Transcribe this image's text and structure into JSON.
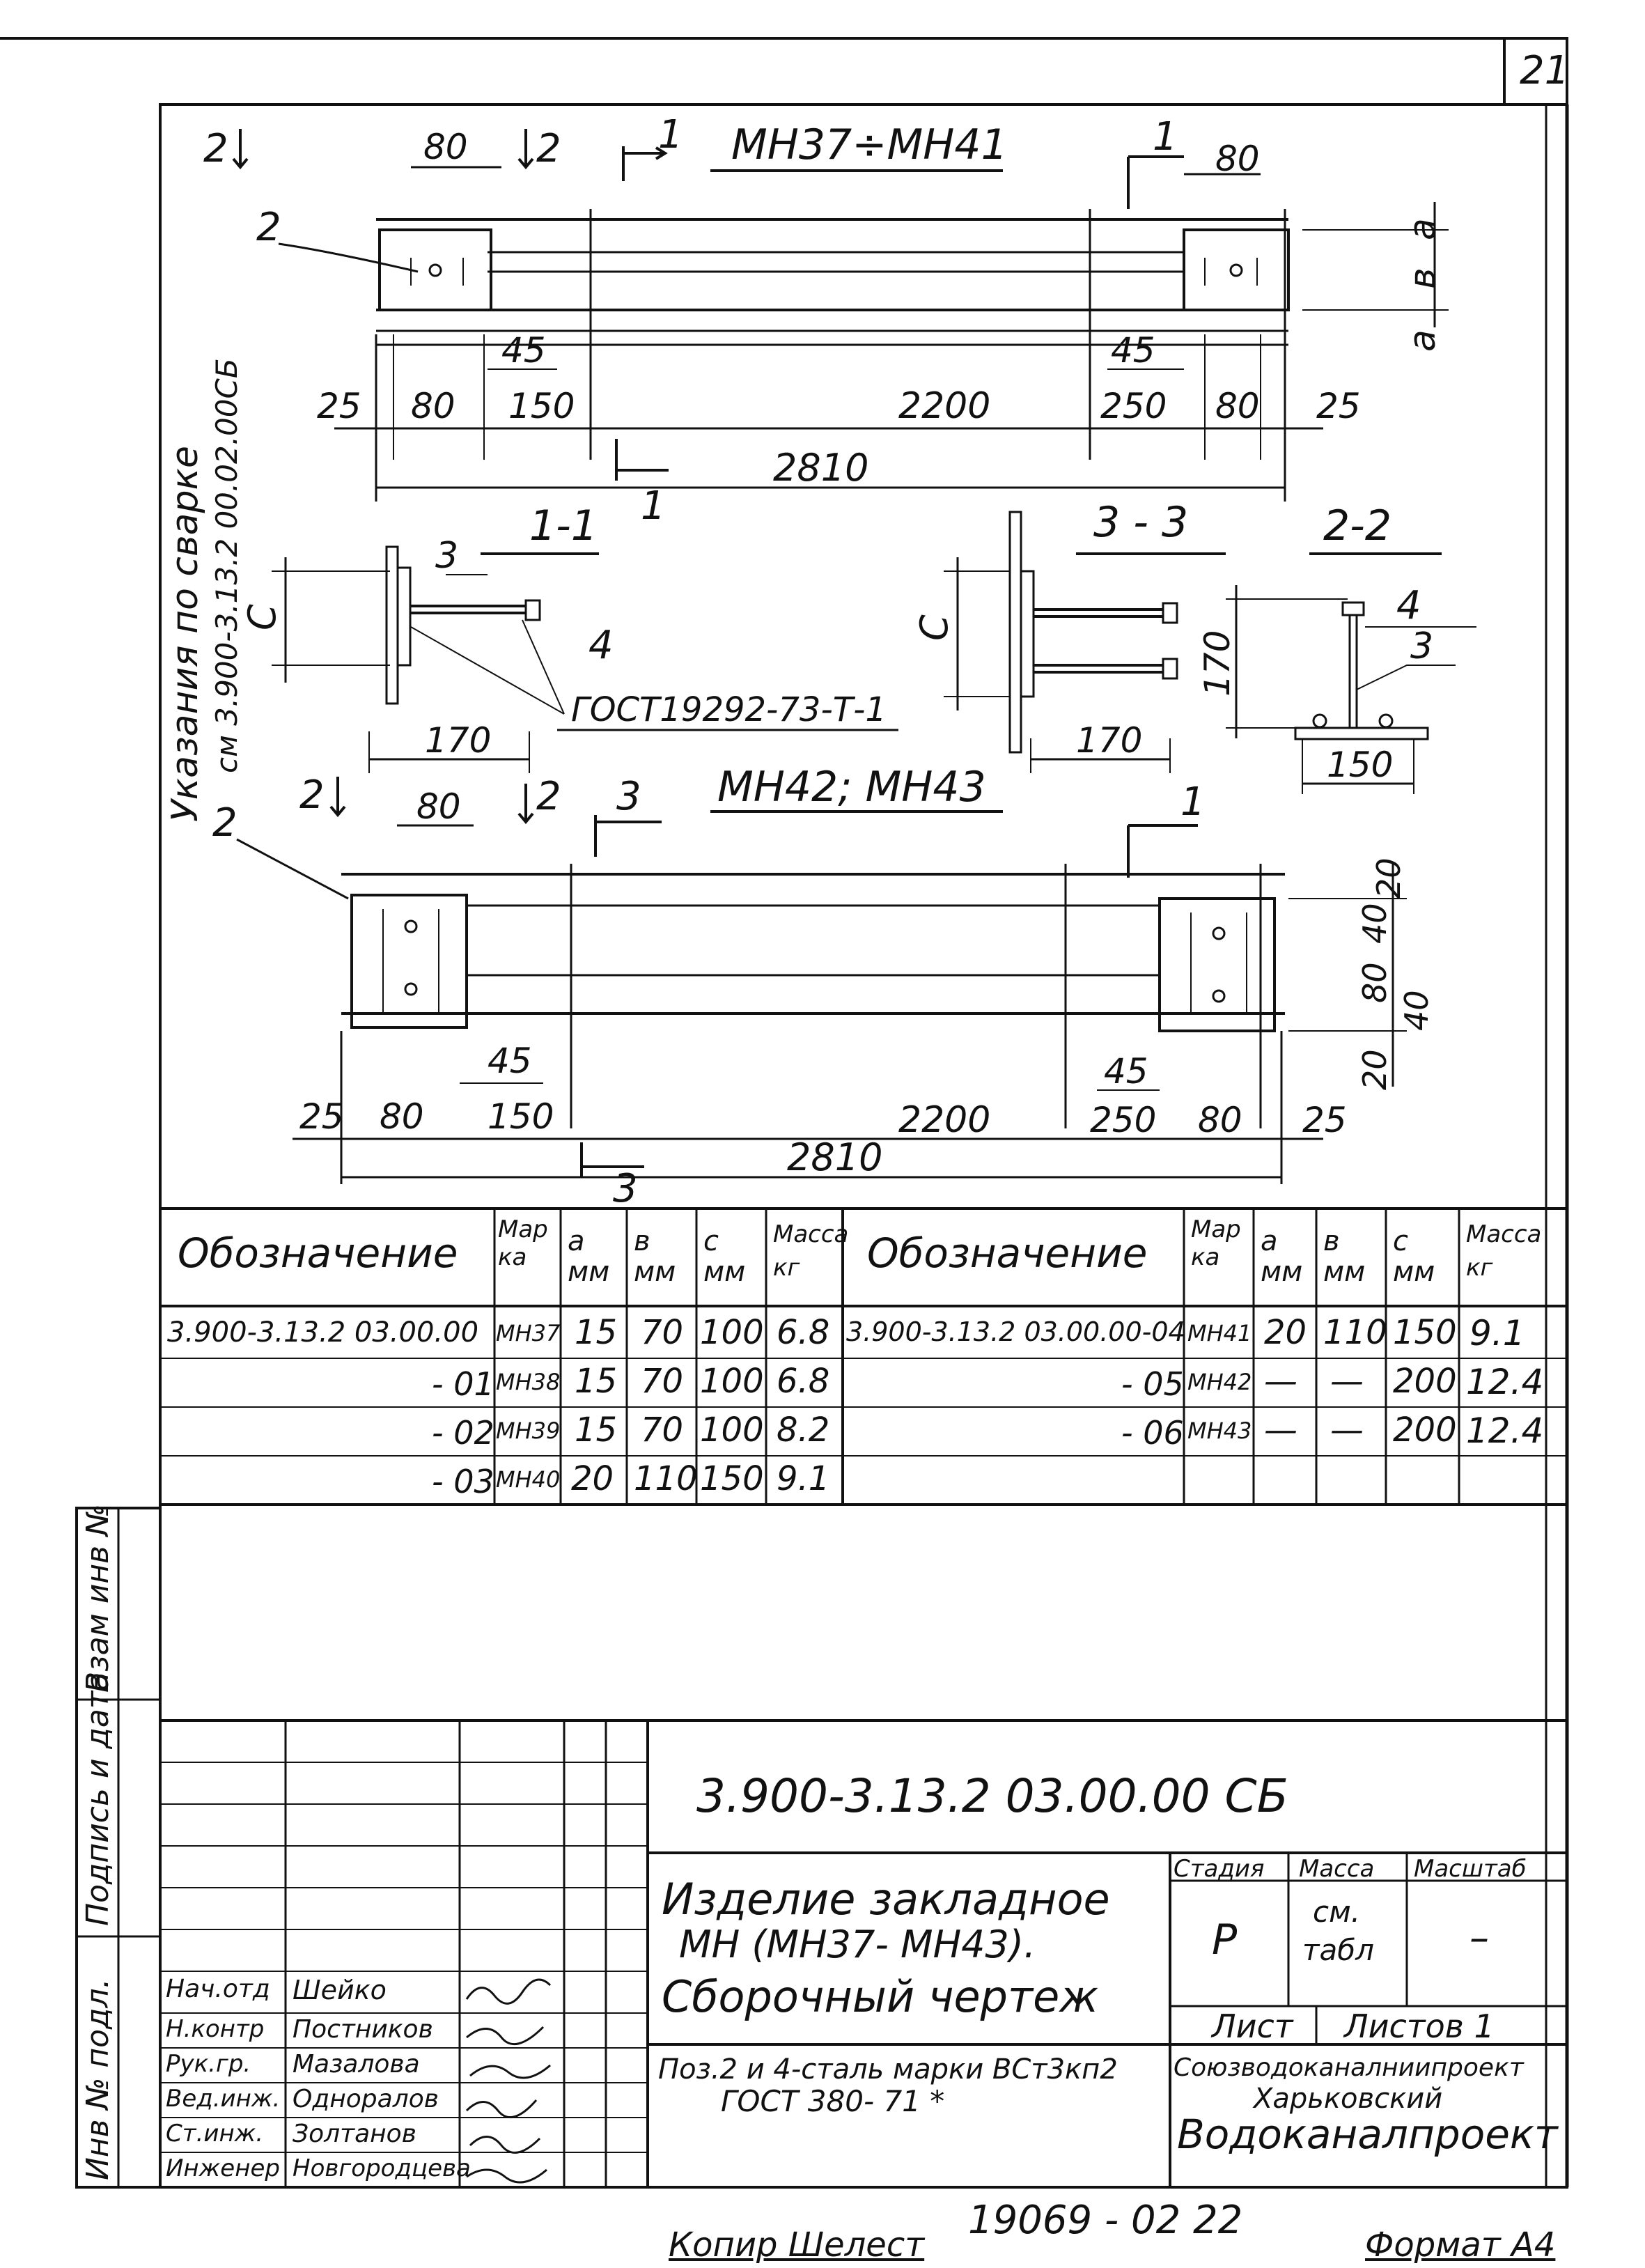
{
  "sheet_number": "21",
  "drawing": {
    "title_top": "МН37÷МН41",
    "title_bottom": "МН42; МН43",
    "side_note_line1": "Указания по сварке",
    "side_note_line2": "см 3.900-3.13.2 00.02.00СБ",
    "gost_weld": "ГОСТ19292-73-Т-1",
    "labels": {
      "section_1": "1",
      "section_2": "2",
      "section_3": "3",
      "section_11": "1-1",
      "section_33": "3 - 3",
      "section_22": "2-2",
      "pos1": "1",
      "pos2": "2",
      "pos3": "3",
      "pos4": "4",
      "dim_a": "a",
      "dim_b": "в",
      "dim_c": "C"
    },
    "dims_top": {
      "d80a": "80",
      "d80b": "80",
      "d45a": "45",
      "d45b": "45",
      "d25a": "25",
      "d80c": "80",
      "d150": "150",
      "d2200": "2200",
      "d250": "250",
      "d80d": "80",
      "d25b": "25",
      "d2810": "2810"
    },
    "dims_sections": {
      "d170a": "170",
      "d170b": "170",
      "d170c": "170",
      "d150": "150"
    },
    "dims_bottom": {
      "d80a": "80",
      "d45a": "45",
      "d45b": "45",
      "d25a": "25",
      "d80b": "80",
      "d150": "150",
      "d2200": "2200",
      "d250": "250",
      "d80c": "80",
      "d25b": "25",
      "d2810": "2810",
      "d20a": "20",
      "d40a": "40",
      "d80v": "80",
      "d40b": "40",
      "d20b": "20"
    }
  },
  "table": {
    "headers": {
      "designation": "Обозначение",
      "mark": "Мар ка",
      "a": "а мм",
      "b": "в мм",
      "c": "с мм",
      "mass": "Масса кг"
    },
    "left_rows": [
      {
        "designation": "3.900-3.13.2 03.00.00",
        "mark": "МН37",
        "a": "15",
        "b": "70",
        "c": "100",
        "mass": "6.8"
      },
      {
        "designation": "- 01",
        "mark": "МН38",
        "a": "15",
        "b": "70",
        "c": "100",
        "mass": "6.8"
      },
      {
        "designation": "- 02",
        "mark": "МН39",
        "a": "15",
        "b": "70",
        "c": "100",
        "mass": "8.2"
      },
      {
        "designation": "- 03",
        "mark": "МН40",
        "a": "20",
        "b": "110",
        "c": "150",
        "mass": "9.1"
      }
    ],
    "right_rows": [
      {
        "designation": "3.900-3.13.2 03.00.00-04",
        "mark": "МН41",
        "a": "20",
        "b": "110",
        "c": "150",
        "mass": "9.1"
      },
      {
        "designation": "- 05",
        "mark": "МН42",
        "a": "—",
        "b": "—",
        "c": "200",
        "mass": "12.4"
      },
      {
        "designation": "- 06",
        "mark": "МН43",
        "a": "—",
        "b": "—",
        "c": "200",
        "mass": "12.4"
      }
    ]
  },
  "side_stamp": {
    "inv_orig": "Инв № подл.",
    "sign_date": "Подпись и дата",
    "replace_inv": "Взам инв №"
  },
  "title_block": {
    "code": "3.900-3.13.2 03.00.00 СБ",
    "name_line1": "Изделие закладное",
    "name_line2": "МН (МН37- МН43).",
    "name_line3": "Сборочный чертеж",
    "material_line1": "Поз.2 и 4-сталь марки ВСт3кп2",
    "material_line2": "ГОСТ 380- 71 *",
    "stage_label": "Стадия",
    "mass_label": "Масса",
    "scale_label": "Масштаб",
    "stage_value": "Р",
    "mass_value_line1": "см.",
    "mass_value_line2": "табл",
    "scale_value": "–",
    "sheet_label": "Лист",
    "sheets_label": "Листов 1",
    "org_line1": "Союзводоканалниипроект",
    "org_line2": "Харьковский",
    "org_line3": "Водоканалпроект",
    "signers": [
      {
        "role": "Нач.отд",
        "name": "Шейко"
      },
      {
        "role": "Н.контр",
        "name": "Постников"
      },
      {
        "role": "Рук.гр.",
        "name": "Мазалова"
      },
      {
        "role": "Вед.инж.",
        "name": "Одноралов"
      },
      {
        "role": "Ст.инж.",
        "name": "Золтанов"
      },
      {
        "role": "Инженер",
        "name": "Новгородцева"
      }
    ]
  },
  "footer": {
    "number": "19069 - 02  22",
    "copied": "Копир Шелест",
    "format": "Формат А4"
  }
}
